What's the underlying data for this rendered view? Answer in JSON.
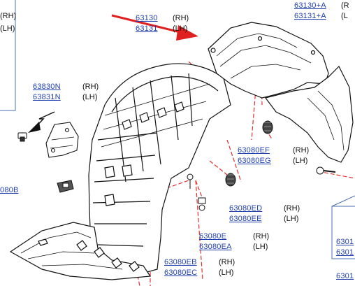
{
  "colors": {
    "part_number": "#1f3fae",
    "callout_box": "#4a6fb0",
    "ref_line": "#e03030",
    "arrow": "#e02020",
    "line_art": "#111111"
  },
  "icons": [
    "red-pointer-arrow",
    "black-direction-arrow"
  ],
  "left_box": {
    "lines": [
      "(RH)",
      "(LH)"
    ]
  },
  "labels": {
    "p63130": "63130",
    "p63131": "63131",
    "rh_top": "(RH)",
    "lh_top": "(LH)",
    "p63130A": "63130+A",
    "p63131A": "63131+A",
    "edge_r": "(R",
    "edge_l": "(L",
    "p63830N": "63830N",
    "p63831N": "63831N",
    "rh_bracket": "(RH)",
    "lh_bracket": "(LH)",
    "p080B": "080B",
    "p63080EF": "63080EF",
    "p63080EG": "63080EG",
    "rh_ef": "(RH)",
    "lh_eg": "(LH)",
    "p63080ED": "63080ED",
    "p63080EE": "63080EE",
    "rh_ed": "(RH)",
    "lh_ee": "(LH)",
    "p63080E": "63080E",
    "p63080EA": "63080EA",
    "rh_e": "(RH)",
    "lh_ea": "(LH)",
    "p63080EB": "63080EB",
    "p63080EC": "63080EC",
    "rh_eb": "(RH)",
    "lh_ec": "(LH)",
    "p6301a": "6301",
    "p6301b": "6301",
    "p6301c": "6301"
  }
}
